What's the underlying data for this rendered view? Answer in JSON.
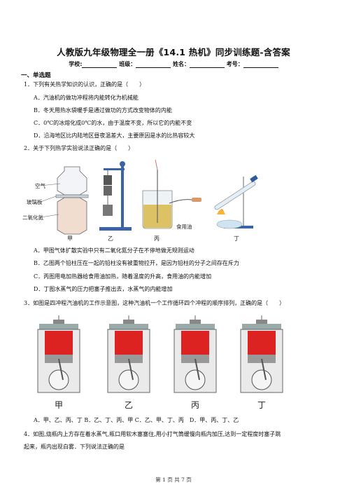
{
  "doc": {
    "title": "人教版九年级物理全一册《14.1 热机》同步训练题-含答案",
    "info": {
      "school": "学校:",
      "class": "班级：",
      "name": "姓名：",
      "exam_no": "考号："
    },
    "section1": "一、单选题",
    "footer": "第 1 页 共 7 页"
  },
  "q1": {
    "stem": "1．下列有关热学知识的认识，正确的是（　　）",
    "options": [
      "A．汽油机的做功冲程将内能转化为机械能",
      "B．冬天用热水袋暖手是通过做功的方式改变物体的内能",
      "C．0℃的冰熔化成0℃的水，由于温度不变，所以它的内能不变",
      "D．沿海地区比内陆地区昼夜温差大，主要原因是水的比热容较大"
    ]
  },
  "q2": {
    "stem": "2．关于下列热学实验说法正确的是（　　）",
    "figure_labels": {
      "air": "空气",
      "glass": "玻璃板",
      "no2": "二氧化氮",
      "oil": "食用油",
      "jia": "甲",
      "yi": "乙",
      "bing": "丙",
      "ding": "丁"
    },
    "options": [
      "A．甲图气体扩散实验中只有二氧化氮分子在不停地做无规则运动",
      "B．乙图两个铅柱压在一起的铅柱没有被重物拉开，是因为铅柱的分子之间存在斥力",
      "C．丙图用电加热器给食用油加热，随着温度的升高，食用油的内能增加",
      "D．丁图水蒸气的压力把塞子推出去，水蒸气的内能增加"
    ]
  },
  "q3": {
    "stem": "3．如图是四冲程汽油机的工作示意图，这种汽油机一个工作循环四个冲程的顺序排列，正确的是（　　）",
    "figure_labels": [
      "甲",
      "乙",
      "丙",
      "丁"
    ],
    "options": "A．甲、乙、丙、丁 B．乙、丁、丙、甲 C．乙、甲、丁、丙　D．甲、丙、丁、乙"
  },
  "q4": {
    "stem_line1": "4．如图,烧瓶内上方存在着水蒸气,瓶口用软木塞塞住,用小打气筒缓慢向瓶内加压,达到一定程度时塞子跳",
    "stem_line2": "起来，瓶内出现白雾．下列说法正确的是"
  }
}
